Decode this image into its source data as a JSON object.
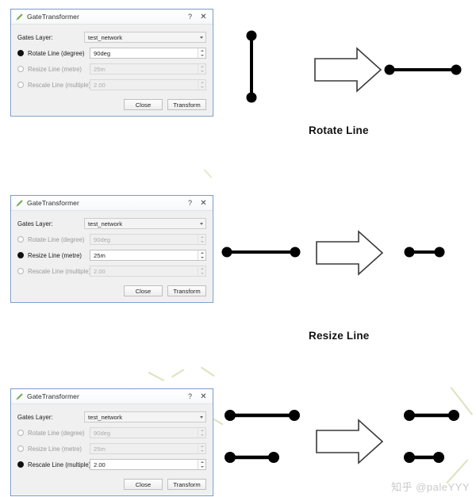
{
  "watermark": "知乎 @paleYYY",
  "dialog_common": {
    "title": "GateTransformer",
    "title_icon": "pencil-ruler-icon",
    "help_glyph": "?",
    "close_glyph": "✕",
    "gates_layer_label": "Gates Layer:",
    "gates_layer_value": "test_network",
    "options": [
      {
        "label": "Rotate Line (degree)",
        "value": "90deg"
      },
      {
        "label": "Resize Line (metre)",
        "value": "25m"
      },
      {
        "label": "Rescale Line (multiple)",
        "value": "2.00"
      }
    ],
    "close_button": "Close",
    "transform_button": "Transform"
  },
  "dialogs": [
    {
      "selected_index": 0
    },
    {
      "selected_index": 1
    },
    {
      "selected_index": 2
    }
  ],
  "captions": [
    {
      "text": "Rotate Line"
    },
    {
      "text": "Resize Line"
    },
    {
      "text": ""
    }
  ],
  "diagrams": {
    "row1": {
      "before": "vertical-line-with-endpoints",
      "after": "horizontal-line-with-endpoints",
      "arrow": "right-arrow-outline"
    },
    "row2": {
      "before": "long-horizontal-line",
      "after": "short-horizontal-line",
      "arrow": "right-arrow-outline"
    },
    "row3": {
      "before": "two-horizontal-lines",
      "after": "two-scaled-horizontal-lines",
      "arrow": "right-arrow-outline"
    }
  },
  "colors": {
    "dialog_border": "#7a9cc6",
    "dialog_bg": "#f0f0f0",
    "line_black": "#000000",
    "artifact_green": "#cfd9a8",
    "watermark_gray": "#c9c9c9"
  }
}
